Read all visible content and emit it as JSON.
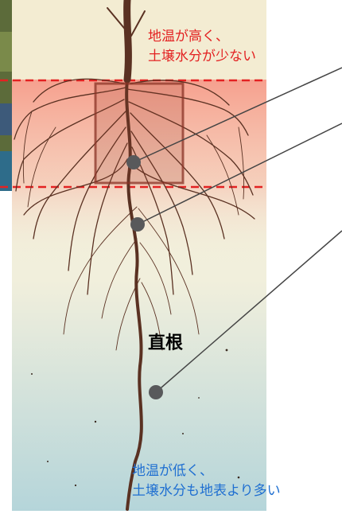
{
  "labels": {
    "top_line1": "地温が高く、",
    "top_line2": "土壌水分が少ない",
    "bottom_line1": "地温が低く、",
    "bottom_line2": "土壌水分も地表より多い",
    "taproot": "直根"
  },
  "colors": {
    "hot_zone": "#f7a391",
    "soil_light": "#f3efd8",
    "soil_deep": "#b7d6d9",
    "dashed_line": "#e32222",
    "top_text": "#e32222",
    "bottom_text": "#1f6fd1",
    "root": "#5a3122",
    "marker": "#58595b",
    "pointer_line": "#444444"
  }
}
